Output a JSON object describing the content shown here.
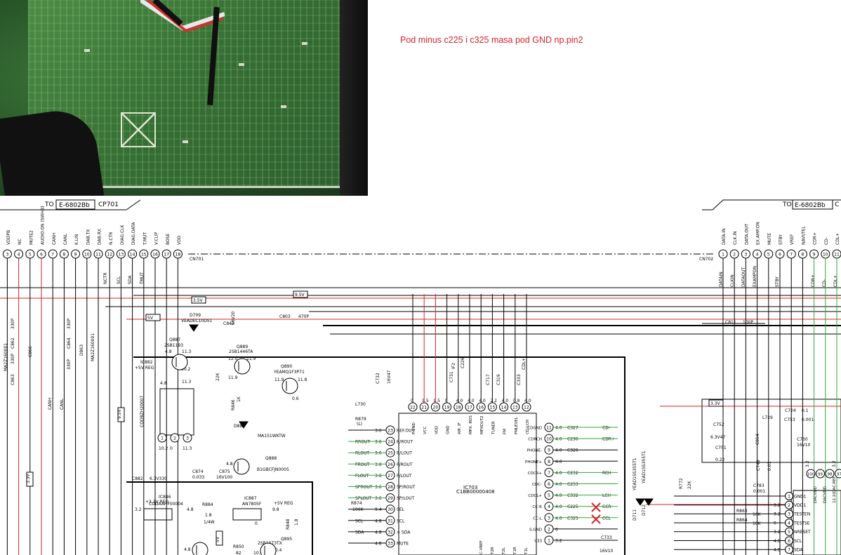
{
  "annotation": "Pod minus c225 i c325 masa pod GND np.pin2",
  "photo": {
    "description_name": "pcb-photo"
  },
  "schematic": {
    "left_connector": {
      "to": "TO",
      "ref": "E-6802Bb",
      "cp": "CP701",
      "cn": "CN701",
      "pins": [
        "1",
        "2",
        "3",
        "4",
        "5",
        "6",
        "7",
        "8",
        "9",
        "10",
        "11",
        "12",
        "13",
        "14",
        "15",
        "16",
        "17",
        "18"
      ],
      "pin_labels": [
        "VDDPB",
        "NC",
        "MUTE2",
        "AUDIO.ON (SWHB)",
        "CANH",
        "CANL",
        "K.LIN",
        "DAB.TX",
        "DAB.RX",
        "N.CTR",
        "DIAG.CLK",
        "DIAG.DATA",
        "T.MUT",
        "V.CLIP",
        "BOSE",
        "VDD"
      ],
      "wire_labels": [
        "NCTR",
        "SCL",
        "SDA",
        "TMUT"
      ]
    },
    "right_connector": {
      "to": "TO",
      "ref": "E-6802Bb",
      "cp": "C",
      "cn": "CN702",
      "pins": [
        "1",
        "2",
        "3",
        "4",
        "5",
        "6",
        "7",
        "8",
        "9",
        "10",
        "11"
      ],
      "pin_labels": [
        "DATA.IN",
        "CLK.IN",
        "DATA.OUT",
        "EX.AMP.ON",
        "MUTE",
        "STBY",
        "VREF",
        "NAVI/TEL",
        "CDR+",
        "CD-",
        "CDL+"
      ],
      "wire_labels": [
        "DATAIN",
        "CLKIN",
        "DATAOUT",
        "EXAMPON",
        "STBY",
        "CDR+",
        "CD-",
        "CDL+"
      ]
    },
    "rails": [
      "5V",
      "3.5V",
      "9.5V",
      "3.3V",
      "3.3V",
      "9.5V",
      "5V"
    ],
    "parts": {
      "d709": "D709",
      "d709_val": "VEADEC10DS1",
      "c842": "C842",
      "c842_val": "16V20",
      "c803": "C803",
      "c803_val": "470P",
      "c811": "C811",
      "c811_val": "100P",
      "q887": "Q887",
      "q887_val": "2SB1193",
      "q889": "Q889",
      "q889_val": "2SB1446TA",
      "q890": "Q890",
      "q890_val": "YEAMQ1F3P71",
      "ic882": "IC882",
      "ic882_sub": "+5V REG",
      "ic882_chip": "CODBZH20007",
      "r846": "R846",
      "d889": "D889",
      "d889_val": "MA151WKTW",
      "q888": "Q888",
      "q888_val": "B1GBCFJN0005",
      "c874": "C874",
      "c874_val": "0.033",
      "c875": "C875",
      "c875_val": "16V100",
      "c882": "C882",
      "c882_val": "6.3V330",
      "ic886": "IC886",
      "ic886_sub": "+3.3V REG",
      "ic886_chip": "CODAAHF00004",
      "ic887": "IC887",
      "ic887_sub": "+5V REG",
      "ic887_chip": "AN7805F",
      "r884": "R884",
      "r884_val": "1.8",
      "r884_w": "1/4W",
      "q895": "Q895",
      "q895_val": "2SB1073TX",
      "r850": "R850",
      "r850_val": "82",
      "r848": "R848",
      "r848_val": "1.8",
      "c732": "C732",
      "c732_val": "16V47",
      "l730": "L730",
      "r879": "R879",
      "r879_val": "(L)",
      "r874": "R874",
      "r874_val": "100K",
      "ic703": "IC703",
      "ic703_chip": "C1BB00000408",
      "c731": "C731",
      "c226": "C226",
      "c717": "C717",
      "c319": "C319",
      "c333": "C333",
      "if2": "IF2",
      "cdlp": "CDL+",
      "d711": "D711",
      "d711_val": "YEAD1SS355T1",
      "d712": "D712",
      "d712_val": "YEAD1SS355T1",
      "r772": "R772",
      "r772_val": "22K",
      "c733": "C733",
      "c733_val": "16V10",
      "c752": "C752",
      "c752_val": "6.3V47",
      "c751": "C751",
      "c751_val": "0.22",
      "l729": "L729",
      "c724": "C724",
      "c724_val": "0.1",
      "c753": "C753",
      "c753_val": "0.001",
      "c814": "C814",
      "c749": "C749",
      "c749_val": "0.01",
      "c730": "C730",
      "c730_val": "16V10",
      "c783": "C783",
      "c783_val": "0.001",
      "r863": "R863",
      "r863_val": "10K",
      "r864": "R864",
      "r864_val": "10K",
      "q887_v1": "4.8",
      "q887_v2": "11.3",
      "q887_v3": "10.2",
      "q889_v1": "12.0",
      "q889_v2": "11.9",
      "q889_v3": "11.9",
      "q890_v1": "11.9",
      "q890_v2": "11.8",
      "q890_v3": "0.6",
      "ic882_v1": "4.8",
      "ic882_v2": "11.3",
      "ic882_v3": "10.2",
      "ic882_v4": "0",
      "ic882_v5": "11.3",
      "r22k": "22K",
      "r1k": "1K",
      "q888_v": "4.8",
      "ic886_v1": "3.2",
      "ic886_v2": "4.8",
      "ic887_v1": "9.8",
      "ic887_v2": "0",
      "q895_v1": "10.4",
      "q895_v2": "10.4",
      "q_low_v": "4.8"
    },
    "ic703_left_pins": [
      {
        "num": "23",
        "name": "REF.OUT",
        "sig": "",
        "v": "3.6"
      },
      {
        "num": "24",
        "name": "R/ROUT",
        "sig": "RROUT",
        "v": "3.6"
      },
      {
        "num": "25",
        "name": "R/LOUT",
        "sig": "RLOUT",
        "v": "3.6"
      },
      {
        "num": "26",
        "name": "F/ROUT",
        "sig": "FROUT",
        "v": "3.6"
      },
      {
        "num": "27",
        "name": "F/LOUT",
        "sig": "FLOUT",
        "v": "3.6"
      },
      {
        "num": "28",
        "name": "SP/ROUT",
        "sig": "SPROUT",
        "v": "3.6"
      },
      {
        "num": "29",
        "name": "SP/LOUT",
        "sig": "SPLOUT",
        "v": "3.6"
      },
      {
        "num": "30",
        "name": "SEL",
        "sig": "",
        "v": "9.4"
      },
      {
        "num": "31",
        "name": "SCL",
        "sig": "SCL",
        "v": "4.8"
      },
      {
        "num": "32",
        "name": "> SDA",
        "sig": "SDA",
        "v": "4.8"
      },
      {
        "num": "33",
        "name": "MUTE",
        "sig": "",
        "v": "4.8"
      }
    ],
    "ic703_top_pins": [
      {
        "num": "22",
        "name": "P.GND",
        "v": "0"
      },
      {
        "num": "21",
        "name": "VCC",
        "v": "9.5"
      },
      {
        "num": "20",
        "name": "VDD",
        "v": "9.5"
      },
      {
        "num": "19",
        "name": "GND",
        "v": "0"
      },
      {
        "num": "18",
        "name": "AM. IF",
        "v": "4.0"
      },
      {
        "num": "17",
        "name": "MPX. RDS",
        "v": "4.0"
      },
      {
        "num": "16",
        "name": "MPXOUT2",
        "v": "4.0"
      },
      {
        "num": "15",
        "name": "TUNER",
        "v": "2.2"
      },
      {
        "num": "14",
        "name": "FM",
        "v": "4.0"
      },
      {
        "num": "13",
        "name": "FMLEVEL",
        "v": "0.9"
      },
      {
        "num": "12",
        "name": "CD LCH",
        "v": "4.0"
      }
    ],
    "ic703_right_pins": [
      {
        "num": "11",
        "name": "CDGND",
        "v": "4.0",
        "cap": "C327",
        "sig": "CD-"
      },
      {
        "num": "10",
        "name": "CDRCH",
        "v": "4.0",
        "cap": "C236",
        "sig": "CDR+"
      },
      {
        "num": "9",
        "name": "PHONE-",
        "v": "4.0",
        "cap": "C326",
        "sig": ""
      },
      {
        "num": "8",
        "name": "PHONE+",
        "v": "4.0",
        "cap": "",
        "sig": ""
      },
      {
        "num": "7",
        "name": "CDCR+",
        "v": "4.0",
        "cap": "C232",
        "sig": "RCH"
      },
      {
        "num": "6",
        "name": "CDC-",
        "v": "4.0",
        "cap": "C233",
        "sig": ""
      },
      {
        "num": "5",
        "name": "CDCL+",
        "v": "4.0",
        "cap": "C332",
        "sig": "LCH"
      },
      {
        "num": "4",
        "name": "CC-R",
        "v": "4.0",
        "cap": "C225",
        "sig": "CCR"
      },
      {
        "num": "3",
        "name": "CC-L",
        "v": "4.0",
        "cap": "C325",
        "sig": "CCL"
      },
      {
        "num": "2",
        "name": "S.GND",
        "v": "0",
        "cap": "",
        "sig": ""
      },
      {
        "num": "1",
        "name": "V33",
        "v": "3.2",
        "cap": "",
        "sig": ""
      }
    ],
    "ic703_bottom_labels": [
      "C.VREF",
      "T2R",
      "T2L",
      "T1R",
      "T1L"
    ],
    "dac_pins": [
      {
        "num": "1",
        "name": "GND1",
        "v": ""
      },
      {
        "num": "2",
        "name": "VDD1",
        "v": "3.2"
      },
      {
        "num": "3",
        "name": "TESTEN",
        "v": "3.2"
      },
      {
        "num": "4",
        "name": "TESTSE",
        "v": "0"
      },
      {
        "num": "5",
        "name": "NRESET",
        "v": "3.2"
      },
      {
        "num": "6",
        "name": "SCL",
        "v": "4.8"
      },
      {
        "num": "7",
        "name": "SDA",
        "v": "4.8"
      }
    ],
    "dac_top_pins": [
      "100",
      "99",
      "98",
      "97"
    ],
    "dac_top_labels": [
      "DACVDD",
      "DACVDD",
      "12.2(DAC.REF",
      "DAC.REF"
    ],
    "dac_top_vals": [
      "3.2",
      "3.2"
    ],
    "left_side_parts": [
      "330P",
      "C862",
      "330P",
      "C863",
      "MA2Z160001",
      "C866",
      "330P",
      "C864",
      "330P",
      "D863",
      "MA2Z160001"
    ],
    "vertical_labels": [
      "CANH",
      "CANL",
      "3.5V",
      "3.5V",
      "9.5V",
      "5V"
    ]
  }
}
